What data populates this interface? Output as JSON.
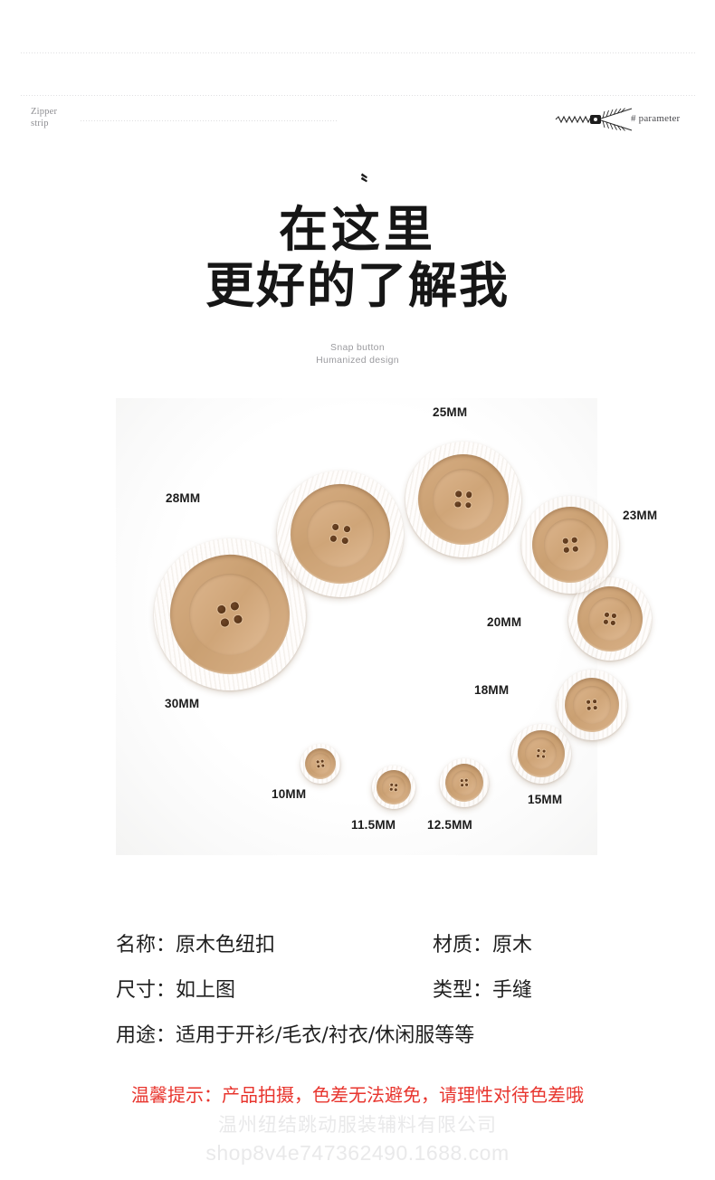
{
  "header": {
    "zipper_strip_label": "Zipper\nstrip",
    "parameter_label": "# parameter",
    "zipper_icon": "zipper-icon"
  },
  "hero": {
    "quote_mark": "〝",
    "title_line1": "在这里",
    "title_line2": "更好的了解我",
    "subtitle_line1": "Snap button",
    "subtitle_line2": "Humanized design"
  },
  "gallery": {
    "buttons": [
      {
        "label": "30MM",
        "size_mm": 30
      },
      {
        "label": "28MM",
        "size_mm": 28
      },
      {
        "label": "25MM",
        "size_mm": 25
      },
      {
        "label": "23MM",
        "size_mm": 23
      },
      {
        "label": "20MM",
        "size_mm": 20
      },
      {
        "label": "18MM",
        "size_mm": 18
      },
      {
        "label": "15MM",
        "size_mm": 15
      },
      {
        "label": "12.5MM",
        "size_mm": 12.5
      },
      {
        "label": "11.5MM",
        "size_mm": 11.5
      },
      {
        "label": "10MM",
        "size_mm": 10
      }
    ]
  },
  "specs": {
    "rows": [
      {
        "left": "名称：原木色纽扣",
        "right": "材质：原木"
      },
      {
        "left": "尺寸：如上图",
        "right": "类型：手缝"
      },
      {
        "left": "用途：适用于开衫/毛衣/衬衣/休闲服等等",
        "right": ""
      }
    ]
  },
  "notice": {
    "text": "温馨提示：产品拍摄，色差无法避免，请理性对待色差哦",
    "color": "#e8352e"
  },
  "watermark": {
    "company": "温州纽结跳动服装辅料有限公司",
    "url": "shop8v4e747362490.1688.com"
  }
}
